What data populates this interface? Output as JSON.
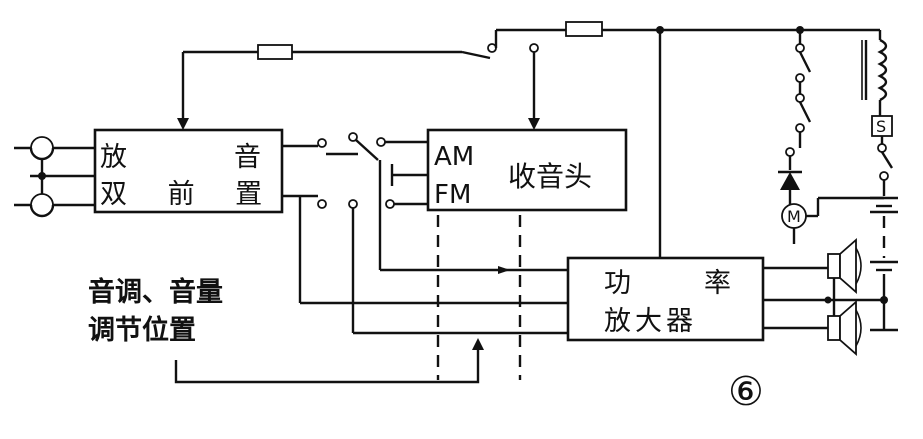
{
  "diagram": {
    "preamp": {
      "left_label": "放",
      "right_label": "音",
      "second_row": "双 前 置"
    },
    "tuner": {
      "am_label": "AM",
      "fm_label": "FM",
      "name": "收音头"
    },
    "amplifier": {
      "row1_left": "功",
      "row1_right": "率",
      "row2": "放大器"
    },
    "controls_caption": {
      "line1": "音调、音量",
      "line2": "调节位置"
    },
    "figure_number": "⑥",
    "solenoid_letter": "S",
    "motor_letter": "M"
  }
}
